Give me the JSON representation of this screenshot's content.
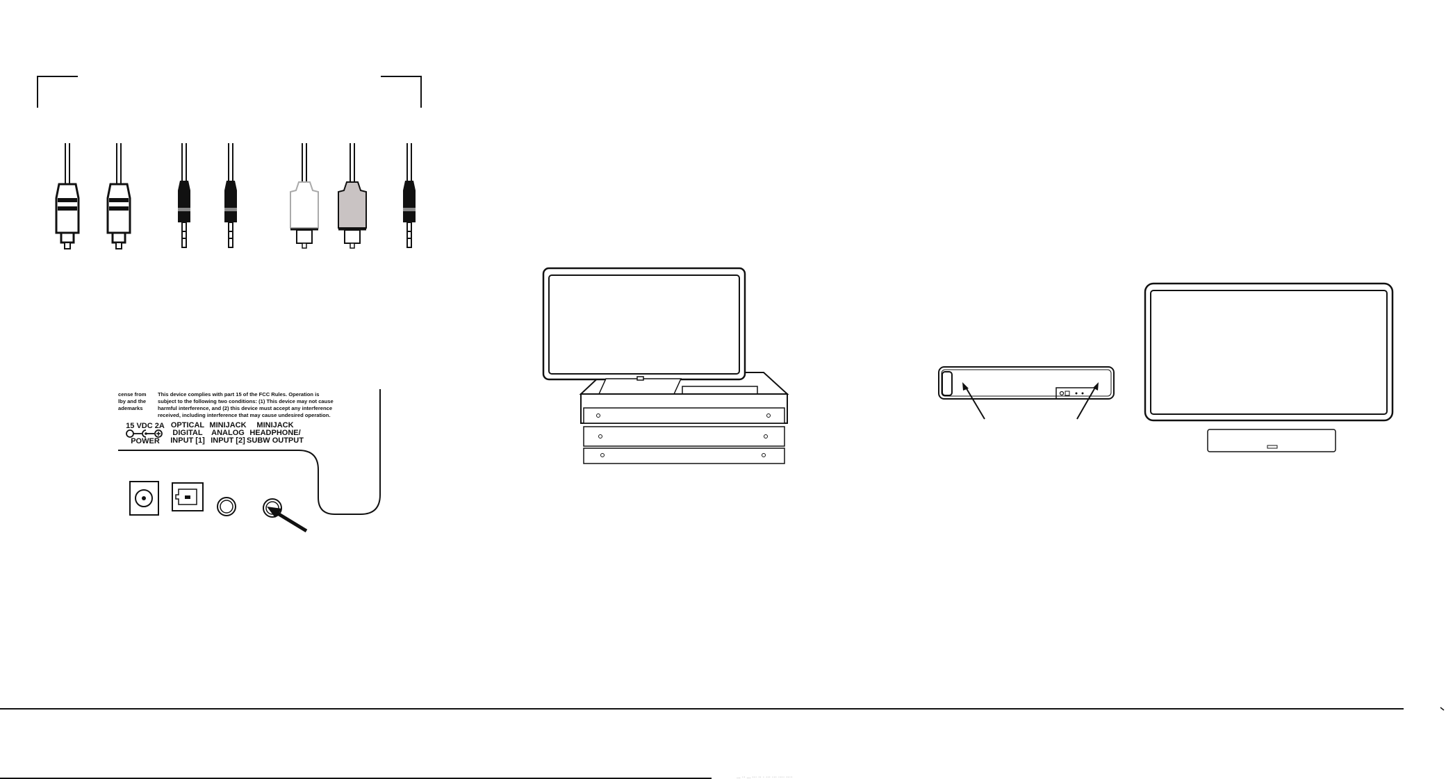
{
  "panel_rear": {
    "fcc_lines": [
      "This device complies with part 15 of the FCC Rules. Operation is",
      "subject to the following two conditions: (1) This device may not cause",
      "harmful interference, and (2) this device must accept any interference",
      "received, including interference that may cause undesired operation."
    ],
    "cut_text": [
      "cense from",
      "lby and the",
      "ademarks"
    ],
    "ports": [
      {
        "id": "power",
        "lines": [
          "15 VDC 2A",
          "",
          "POWER"
        ]
      },
      {
        "id": "optical",
        "lines": [
          "OPTICAL",
          "DIGITAL",
          "INPUT [1]"
        ]
      },
      {
        "id": "analog",
        "lines": [
          "MINIJACK",
          "ANALOG",
          "INPUT [2]"
        ]
      },
      {
        "id": "headphone",
        "lines": [
          "MINIJACK",
          "HEADPHONE/",
          "SUBW OUTPUT"
        ]
      }
    ]
  },
  "cables": [
    {
      "icon": "optical-plug-icon",
      "fill": "#ffffff"
    },
    {
      "icon": "optical-plug-icon",
      "fill": "#ffffff"
    },
    {
      "icon": "minijack-plug-icon",
      "fill": "#111111"
    },
    {
      "icon": "minijack-plug-icon",
      "fill": "#111111"
    },
    {
      "icon": "rca-plug-icon",
      "fill": "#ffffff"
    },
    {
      "icon": "rca-plug-icon",
      "fill": "#c9c3c3"
    },
    {
      "icon": "minijack-plug-icon",
      "fill": "#111111"
    }
  ],
  "footer": {
    "bottom_text": "... ·· ... ··· ·· · ··· ··· ···· ····"
  }
}
